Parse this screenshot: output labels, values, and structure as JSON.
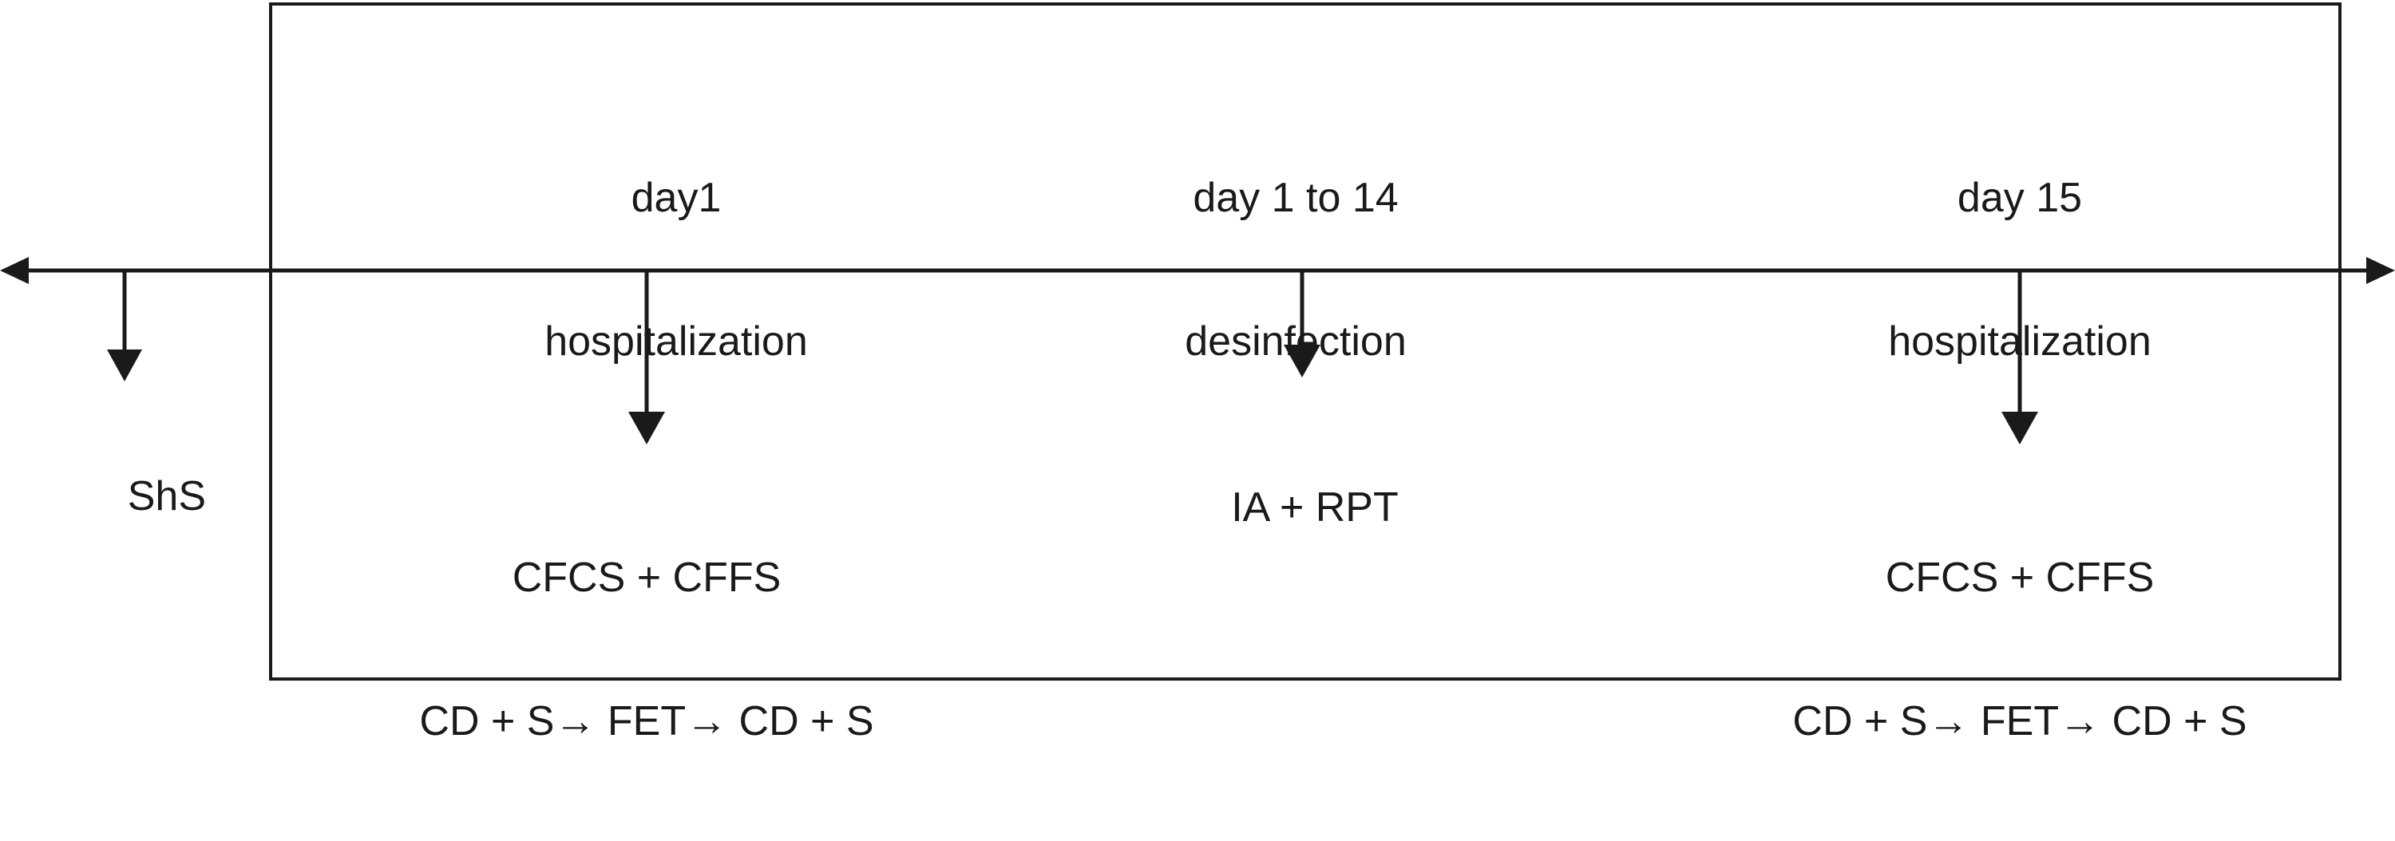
{
  "diagram": {
    "title": "Study timeline diagram",
    "type": "timeline",
    "stroke_color": "#1a1a1a",
    "background_color": "#ffffff",
    "axis": {
      "name": "time-axis",
      "direction": "bidirectional",
      "left_arrowhead": true,
      "right_arrowhead": true
    },
    "pre_event": {
      "label": "ShS",
      "arrow": "down-arrow"
    },
    "events": [
      {
        "id": "event-1",
        "header_line1": "day1",
        "header_line2": "hospitalization",
        "body_line1": "CFCS + CFFS",
        "body_line2": "CD + S→ FET→ CD + S",
        "arrow": "down-arrow"
      },
      {
        "id": "event-2",
        "header_line1": "day 1 to 14",
        "header_line2": "desinfection",
        "body_line1": "IA + RPT",
        "body_line2": "",
        "arrow": "down-arrow"
      },
      {
        "id": "event-3",
        "header_line1": "day 15",
        "header_line2": "hospitalization",
        "body_line1": "CFCS + CFFS",
        "body_line2": "CD + S→ FET→ CD + S",
        "arrow": "down-arrow"
      }
    ]
  }
}
